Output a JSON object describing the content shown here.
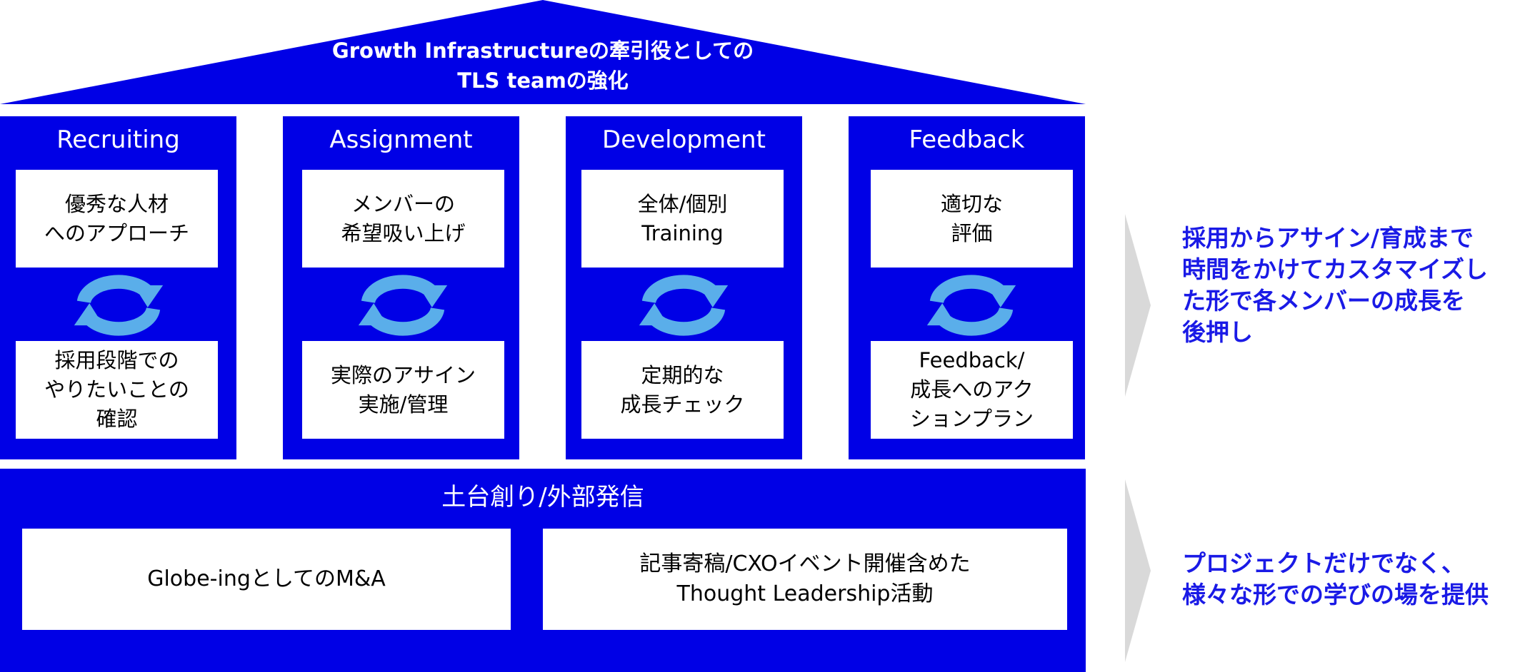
{
  "roof": {
    "title_lines": [
      "Growth Infrastructureの牽引役としての",
      "TLS teamの強化"
    ]
  },
  "pillars": [
    {
      "title": "Recruiting",
      "top_lines": [
        "優秀な人材",
        "へのアプローチ"
      ],
      "bottom_lines": [
        "採用段階での",
        "やりたいことの",
        "確認"
      ]
    },
    {
      "title": "Assignment",
      "top_lines": [
        "メンバーの",
        "希望吸い上げ"
      ],
      "bottom_lines": [
        "実際のアサイン",
        "実施/管理"
      ]
    },
    {
      "title": "Development",
      "top_lines": [
        "全体/個別",
        "Training"
      ],
      "bottom_lines": [
        "定期的な",
        "成長チェック"
      ]
    },
    {
      "title": "Feedback",
      "top_lines": [
        "適切な",
        "評価"
      ],
      "bottom_lines": [
        "Feedback/",
        "成長へのアク",
        "ションプラン"
      ]
    }
  ],
  "foundation": {
    "title": "土台創り/外部発信",
    "left_lines": [
      "Globe-ingとしてのM&A"
    ],
    "right_lines": [
      "記事寄稿/CXOイベント開催含めた",
      "Thought Leadership活動"
    ]
  },
  "notes": {
    "upper_lines": [
      "採用からアサイン/育成まで",
      "時間をかけてカスタマイズし",
      "た形で各メンバーの成長を",
      "後押し"
    ],
    "lower_lines": [
      "プロジェクトだけでなく、",
      "様々な形での学びの場を提供"
    ]
  },
  "colors": {
    "primary_blue": "#0000e6",
    "cycle_icon": "#5aaeea",
    "chevron_gray": "#d9d9d9",
    "note_text": "#1a1ae6"
  },
  "icons": {
    "cycle": "refresh-cycle-icon",
    "arrow": "chevron-right-icon"
  }
}
